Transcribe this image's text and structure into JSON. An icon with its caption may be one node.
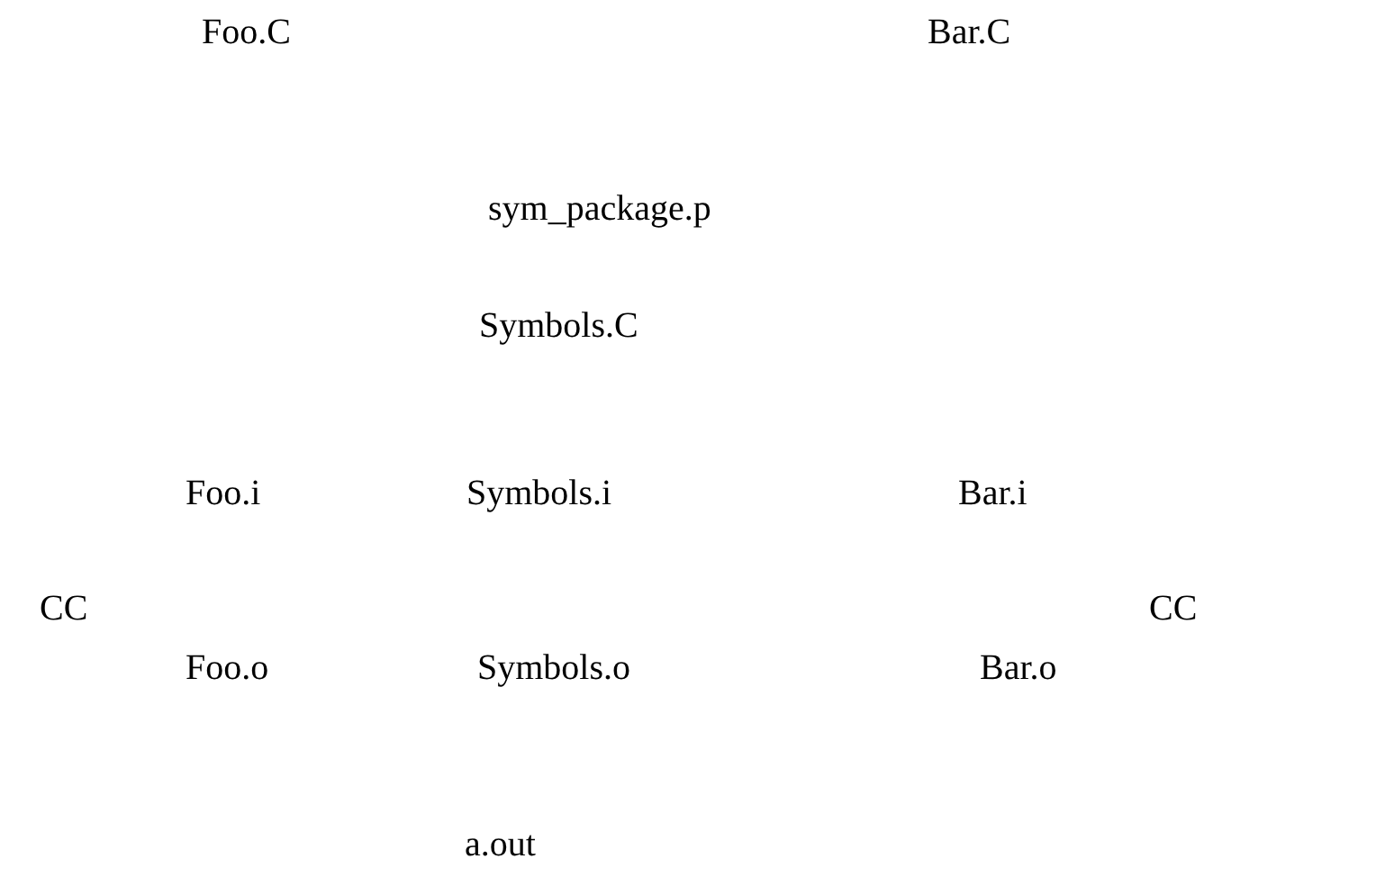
{
  "diagram": {
    "labels": [
      "Foo.C",
      "Bar.C",
      "sym_package.p",
      "Symbols.C",
      "Foo.i",
      "Symbols.i",
      "Bar.i",
      "CC",
      "CC",
      "Foo.o",
      "Symbols.o",
      "Bar.o",
      "a.out"
    ]
  }
}
